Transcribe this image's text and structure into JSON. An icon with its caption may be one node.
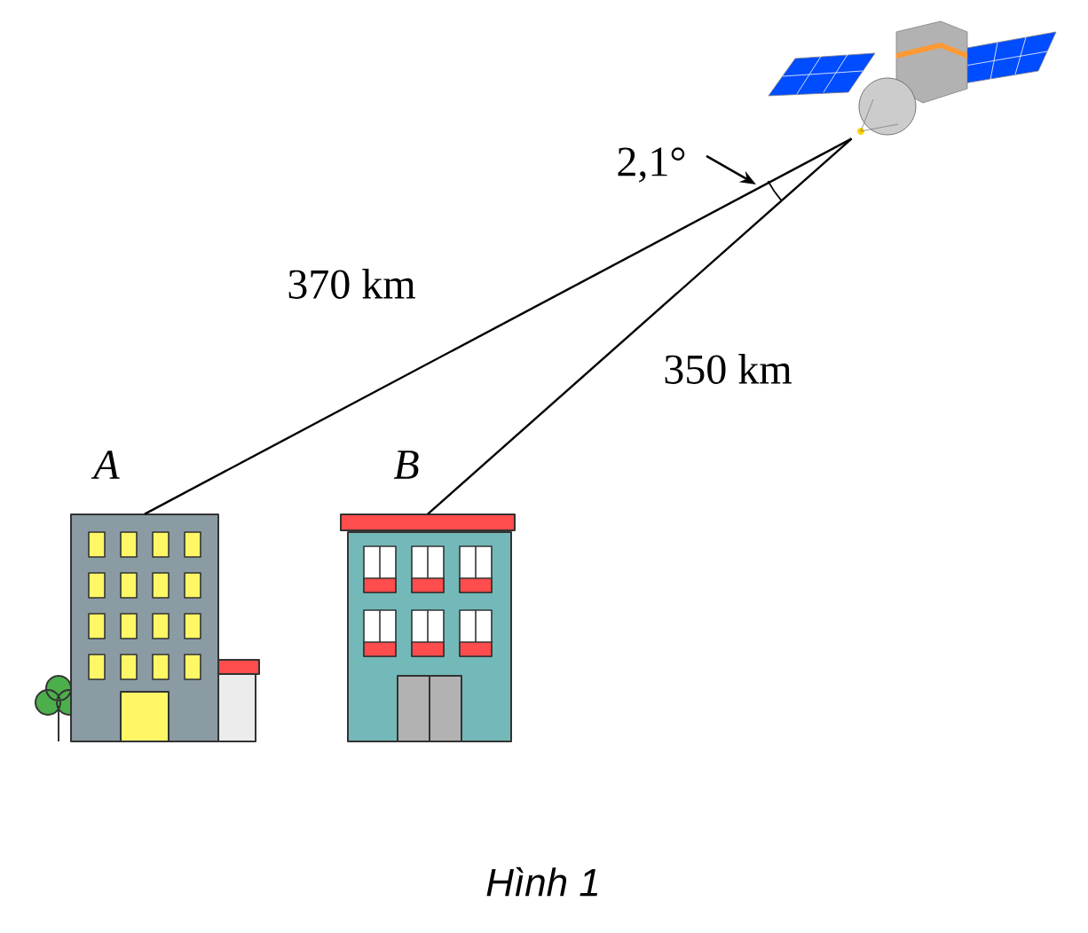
{
  "diagram": {
    "caption": "Hình 1",
    "nodes": [
      {
        "text": [],
        "shape": "picture"
      },
      {
        "text": [
          "A"
        ]
      },
      {
        "text": [
          "B"
        ]
      }
    ],
    "edges": [
      {
        "from": 0,
        "to": 1,
        "arrow": "none",
        "label": "370 km"
      },
      {
        "from": 0,
        "to": 2,
        "arrow": "none",
        "label": "350 km"
      }
    ],
    "labels": [
      "2,1°"
    ]
  }
}
